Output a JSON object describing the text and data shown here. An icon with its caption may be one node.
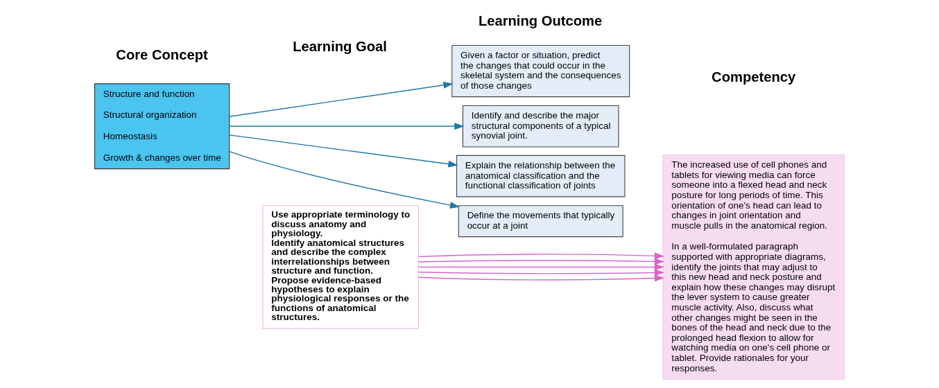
{
  "diagram": {
    "nodes": [
      {
        "text": [
          "Structure and function",
          "Structural organization",
          "Homeostasis",
          "Growth & changes over time"
        ]
      },
      {
        "text": [
          "Use appropriate terminology to discuss anatomy and physiology.",
          "Identify anatomical structures and describe the complex interrelationships between structure and function.",
          "Propose evidence-based hypotheses to explain physiological responses or the functions of anatomical structures."
        ]
      },
      {
        "text": [
          "Identify and describe the major structural components of a typical synovial joint."
        ]
      },
      {
        "text": [
          "Explain the relationship between the anatomical classification and the functional classification of joints"
        ]
      },
      {
        "text": [
          "Define the movements that typically occur at a joint"
        ]
      },
      {
        "text": [
          "Given a factor or situation, predict the changes that could occur in the skeletal system and the consequences of those changes"
        ]
      },
      {
        "text": [
          "The increased use of cell phones and tablets for viewing media can force someone into a flexed head and neck posture for long periods of time. This orientation of one's head can lead to changes in joint orientation and muscle pulls in the anatomical region.",
          "In a well-formulated paragraph supported with appropriate diagrams, identify the joints that may adjust to this new head and neck posture and explain how these changes may disrupt the lever system to cause greater muscle activity. Also, discuss what other changes might be seen in the bones of the head and neck due to the prolonged head flexion to allow for watching media on one's cell phone or tablet. Provide rationales for your responses."
        ]
      }
    ],
    "edges": [
      {
        "from": 0,
        "to": 2,
        "arrow": "to",
        "color": "#1f77a6"
      },
      {
        "from": 0,
        "to": 3,
        "arrow": "to",
        "color": "#1f77a6"
      },
      {
        "from": 0,
        "to": 4,
        "arrow": "to",
        "color": "#1f77a6"
      },
      {
        "from": 0,
        "to": 5,
        "arrow": "to",
        "color": "#1f77a6"
      },
      {
        "from": 1,
        "to": 6,
        "arrow": "to"
      },
      {
        "from": 1,
        "to": 6,
        "arrow": "to"
      },
      {
        "from": 1,
        "to": 6,
        "arrow": "to"
      },
      {
        "from": 1,
        "to": 6,
        "arrow": "to"
      },
      {
        "from": 1,
        "to": 6,
        "arrow": "to"
      }
    ],
    "labels": [
      "Core Concept",
      "Learning Goal",
      "Learning Outcome",
      "Competency"
    ]
  }
}
